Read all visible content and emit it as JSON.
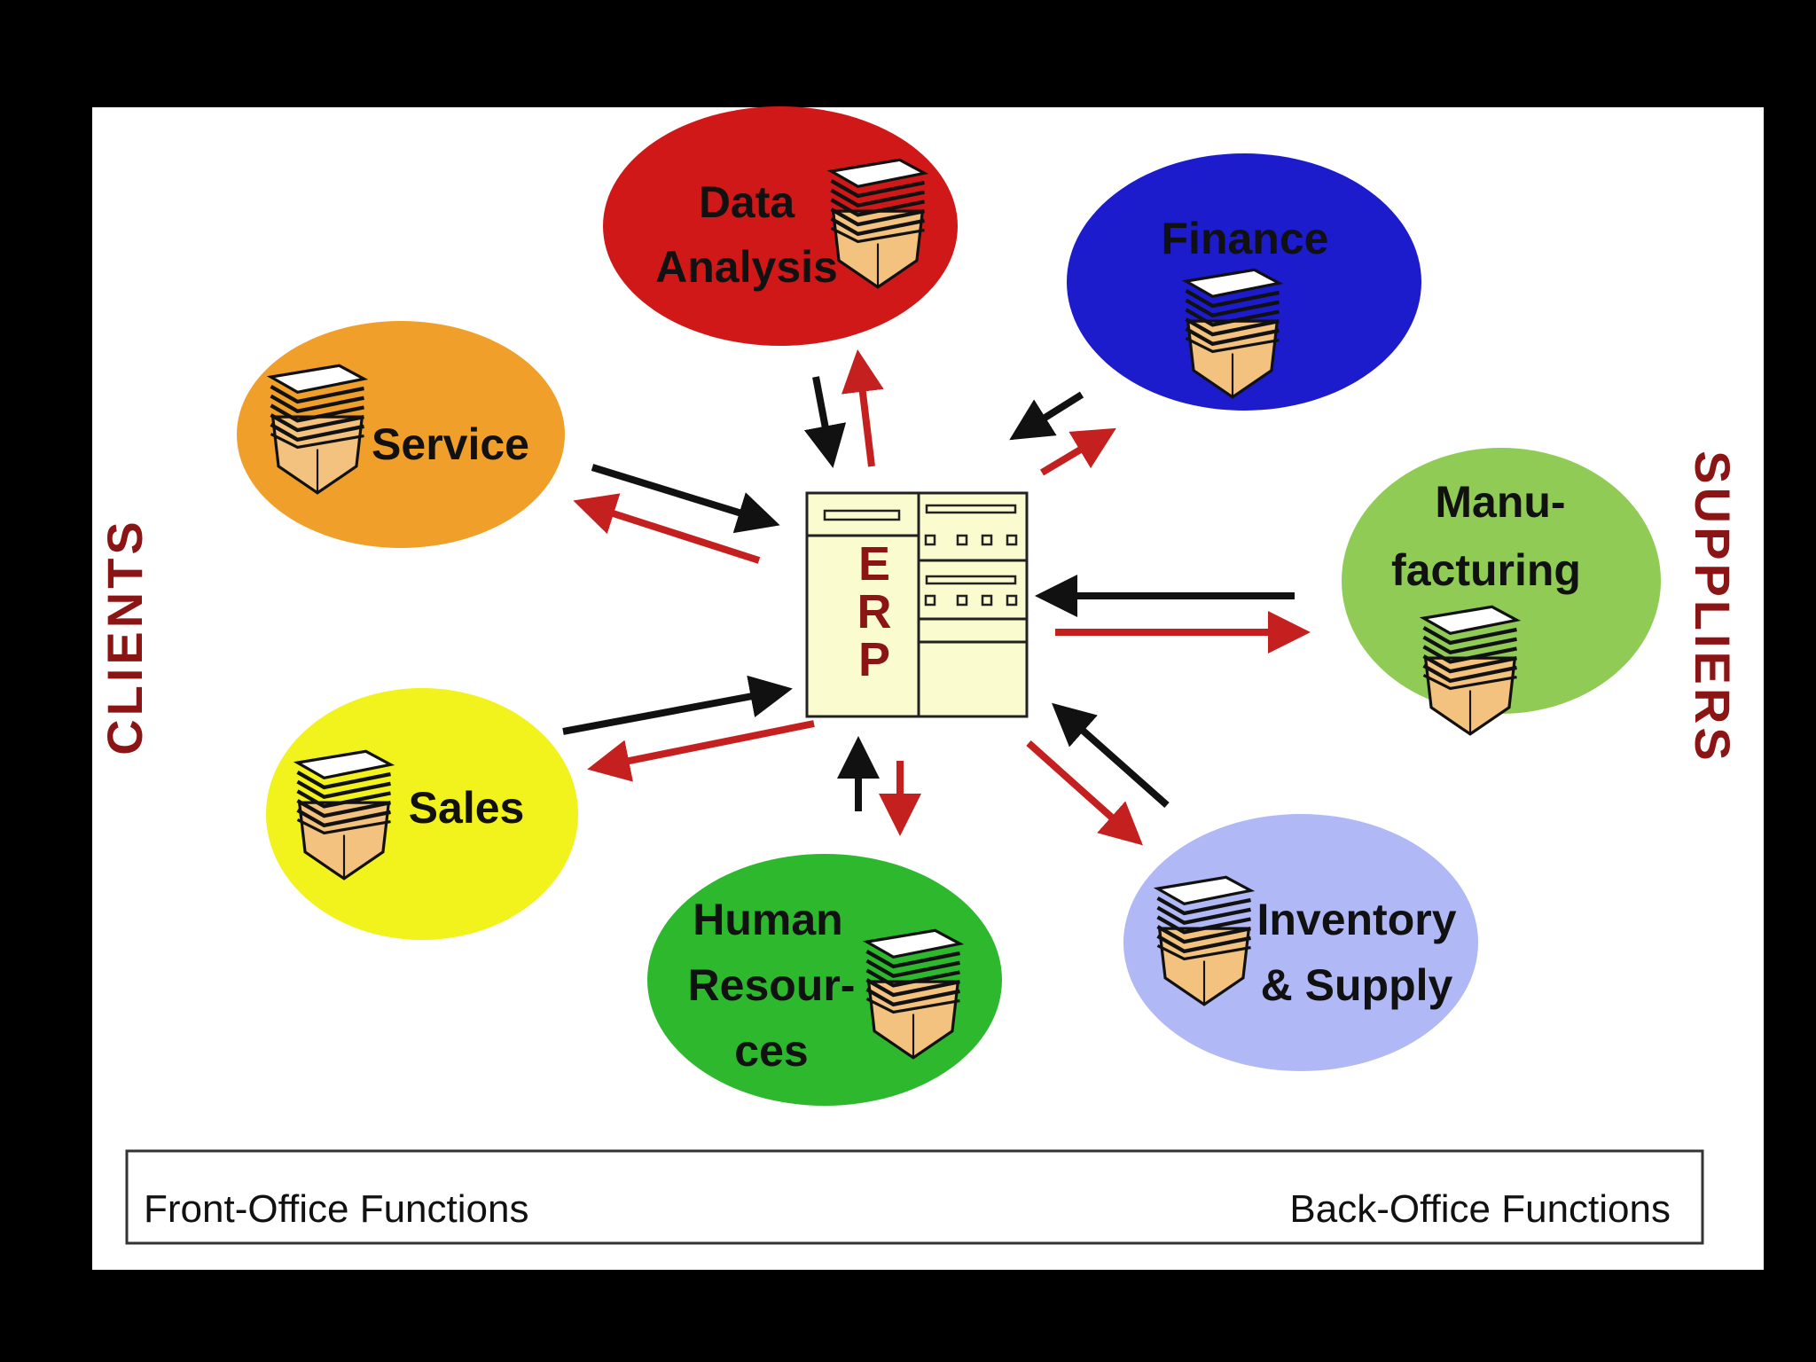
{
  "nodes": [
    {
      "id": "data-analysis",
      "lines": [
        "Data",
        "Analysis"
      ],
      "color": "#d01818"
    },
    {
      "id": "finance",
      "lines": [
        "Finance"
      ],
      "color": "#1c1ccc"
    },
    {
      "id": "service",
      "lines": [
        "Service"
      ],
      "color": "#f0a02a"
    },
    {
      "id": "manufacturing",
      "lines": [
        "Manu-",
        "facturing"
      ],
      "color": "#90cc55"
    },
    {
      "id": "sales",
      "lines": [
        "Sales"
      ],
      "color": "#f2f21c"
    },
    {
      "id": "human-resources",
      "lines": [
        "Human",
        "Resour-",
        "ces"
      ],
      "color": "#2eb82e"
    },
    {
      "id": "inventory-supply",
      "lines": [
        "Inventory",
        "& Supply"
      ],
      "color": "#b0b8f5"
    }
  ],
  "center": {
    "label_letters": [
      "E",
      "R",
      "P"
    ],
    "fill": "#fbfbd0"
  },
  "side_labels": {
    "left": "CLIENTS",
    "right": "SUPPLIERS"
  },
  "footer": {
    "left": "Front-Office Functions",
    "right": "Back-Office Functions"
  },
  "colors": {
    "inbound_arrow": "#111111",
    "outbound_arrow": "#c42020",
    "side_label": "#8b1515",
    "background": "#000000",
    "slide": "#ffffff"
  }
}
